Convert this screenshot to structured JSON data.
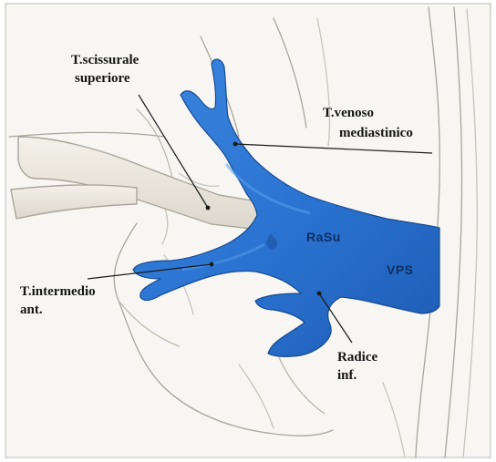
{
  "labels": {
    "scissurale_line1": "T.scissurale",
    "scissurale_line2": "superiore",
    "venoso_line1": "T.venoso",
    "venoso_line2": "mediastinico",
    "intermedio_line1": "T.intermedio",
    "intermedio_line2": "ant.",
    "radice_line1": "Radice",
    "radice_line2": "inf."
  },
  "vessel_labels": {
    "rasu": "RaSu",
    "vps": "VPS"
  },
  "colors": {
    "vein_fill": "#2a72d0",
    "vein_dark": "#1a4f9c",
    "bronchus_fill": "#ece8df",
    "sketch_line": "#9a9890",
    "leader_line": "#1a1a1a",
    "paper": "#f7f6f2",
    "border": "#cfcfcf"
  }
}
